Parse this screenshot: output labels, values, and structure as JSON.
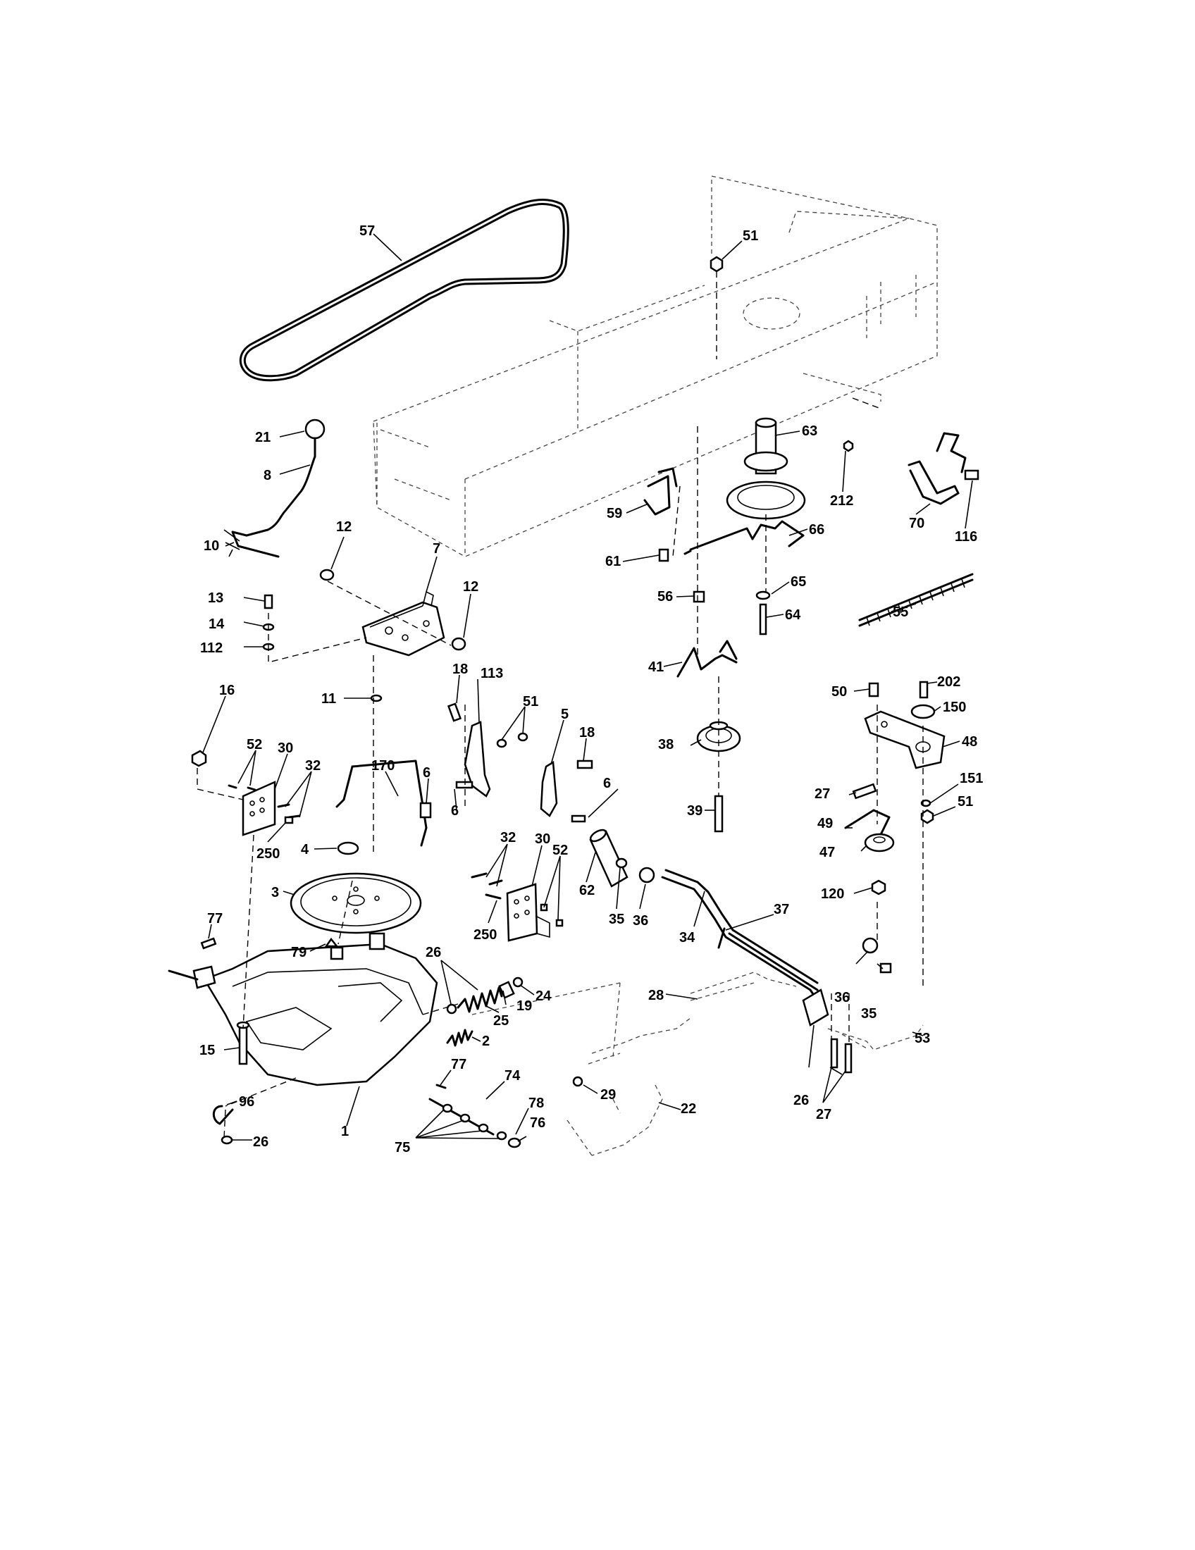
{
  "labels": {
    "p57": "57",
    "p51a": "51",
    "p21": "21",
    "p8": "8",
    "p63": "63",
    "p212": "212",
    "p59": "59",
    "p70": "70",
    "p116": "116",
    "p12a": "12",
    "p7": "7",
    "p66": "66",
    "p10": "10",
    "p61": "61",
    "p13": "13",
    "p12b": "12",
    "p56": "56",
    "p65": "65",
    "p55": "55",
    "p14": "14",
    "p64": "64",
    "p112": "112",
    "p41": "41",
    "p18a": "18",
    "p113": "113",
    "p11": "11",
    "p16": "16",
    "p51b": "51",
    "p5": "5",
    "p50": "50",
    "p202": "202",
    "p150": "150",
    "p38": "38",
    "p48": "48",
    "p52a": "52",
    "p30a": "30",
    "p18b": "18",
    "p32a": "32",
    "p170": "170",
    "p6a": "6",
    "p6b": "6",
    "p6c": "6",
    "p151": "151",
    "p27a": "27",
    "p51c": "51",
    "p39": "39",
    "p250a": "250",
    "p4": "4",
    "p32b": "32",
    "p30b": "30",
    "p49": "49",
    "p52b": "52",
    "p62": "62",
    "p47": "47",
    "p3": "3",
    "p35a": "35",
    "p36a": "36",
    "p120": "120",
    "p250b": "250",
    "p37": "37",
    "p77a": "77",
    "p34": "34",
    "p79": "79",
    "p26a": "26",
    "p24": "24",
    "p36b": "36",
    "p28": "28",
    "p19": "19",
    "p25": "25",
    "p35b": "35",
    "p53": "53",
    "p15": "15",
    "p2": "2",
    "p77b": "77",
    "p74": "74",
    "p29": "29",
    "p96": "96",
    "p22": "22",
    "p78": "78",
    "p1": "1",
    "p76": "76",
    "p26b": "26",
    "p26c": "26",
    "p27b": "27",
    "p75": "75"
  }
}
